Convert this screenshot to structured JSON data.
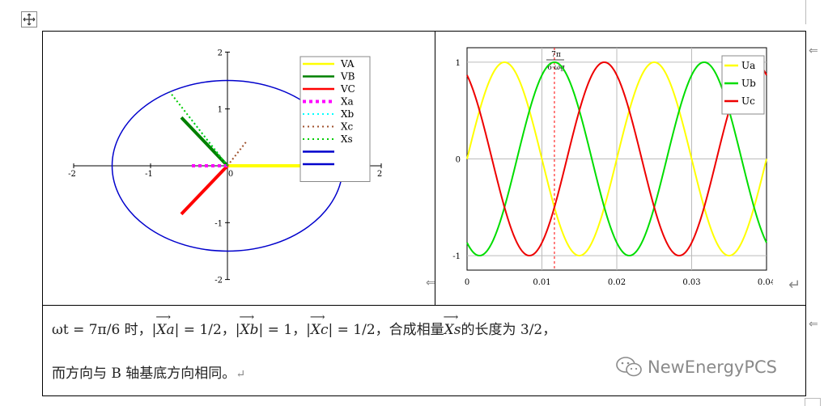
{
  "caption": {
    "line1_parts": [
      "ωt = 7π/6 时，|",
      "Xa",
      "| = 1/2，|",
      "Xb",
      "| = 1，|",
      "Xc",
      "| = 1/2，合成相量",
      "Xs",
      "的长度为 3/2，"
    ],
    "line2": "而方向与 B 轴基底方向相同。",
    "return_mark": "↵"
  },
  "watermark": {
    "text": "NewEnergyPCS"
  },
  "chart_data": [
    {
      "type": "phasor",
      "xlim": [
        -2,
        2
      ],
      "ylim": [
        -2,
        2
      ],
      "x_ticks": [
        "-2",
        "-1",
        "0",
        "1",
        "2"
      ],
      "y_ticks": [
        "2",
        "1",
        "0",
        "-1",
        "-2"
      ],
      "circle_radius": 1.5,
      "legend": [
        {
          "name": "VA",
          "color": "#ffff00",
          "style": "solid"
        },
        {
          "name": "VB",
          "color": "#008000",
          "style": "solid"
        },
        {
          "name": "VC",
          "color": "#ff0000",
          "style": "solid"
        },
        {
          "name": "Xa",
          "color": "#ff00ff",
          "style": "dotted"
        },
        {
          "name": "Xb",
          "color": "#00ffff",
          "style": "dotted"
        },
        {
          "name": "Xc",
          "color": "#a0522d",
          "style": "dotted"
        },
        {
          "name": "Xs",
          "color": "#00cc00",
          "style": "dotted"
        },
        {
          "name": "",
          "color": "#0000cc",
          "style": "solid"
        },
        {
          "name": "",
          "color": "#0000cc",
          "style": "solid"
        }
      ],
      "series": [
        {
          "name": "VA",
          "x": [
            0,
            1.3
          ],
          "y": [
            0,
            0
          ],
          "color": "#ffff00",
          "width": 4,
          "dash": ""
        },
        {
          "name": "VB",
          "x": [
            0,
            -0.6
          ],
          "y": [
            0,
            0.85
          ],
          "color": "#008000",
          "width": 4,
          "dash": ""
        },
        {
          "name": "VC",
          "x": [
            0,
            -0.6
          ],
          "y": [
            0,
            -0.85
          ],
          "color": "#ff0000",
          "width": 4,
          "dash": ""
        },
        {
          "name": "Xa",
          "x": [
            0,
            -0.5
          ],
          "y": [
            0,
            0
          ],
          "color": "#ff00ff",
          "width": 4,
          "dash": "4,4"
        },
        {
          "name": "Xb",
          "x": [
            0,
            -0.5
          ],
          "y": [
            0,
            0.866
          ],
          "color": "#00ffff",
          "width": 2,
          "dash": "2,3"
        },
        {
          "name": "Xc",
          "x": [
            0,
            0.25
          ],
          "y": [
            0,
            0.433
          ],
          "color": "#a0522d",
          "width": 2,
          "dash": "2,3"
        },
        {
          "name": "Xs",
          "x": [
            0,
            -0.75
          ],
          "y": [
            0,
            1.299
          ],
          "color": "#00cc00",
          "width": 2,
          "dash": "2,3"
        }
      ]
    },
    {
      "type": "line",
      "xlim": [
        0,
        0.04
      ],
      "ylim": [
        -1.15,
        1.15
      ],
      "x_ticks": [
        "0",
        "0.01",
        "0.02",
        "0.03",
        "0.04"
      ],
      "x_tick_values": [
        0,
        0.01,
        0.02,
        0.03,
        0.04
      ],
      "y_ticks": [
        "1",
        "0",
        "-1"
      ],
      "y_tick_values": [
        1,
        0,
        -1
      ],
      "frequency_hz": 50,
      "series": [
        {
          "name": "Ua",
          "color": "#ffff00",
          "phase_deg": 0
        },
        {
          "name": "Ub",
          "color": "#00dd00",
          "phase_deg": -120
        },
        {
          "name": "Uc",
          "color": "#ee0000",
          "phase_deg": 120
        }
      ],
      "marker": {
        "label_top": "7π",
        "label_bottom": "6·ωg",
        "x": 0.01167,
        "color": "#ff0000"
      }
    }
  ]
}
